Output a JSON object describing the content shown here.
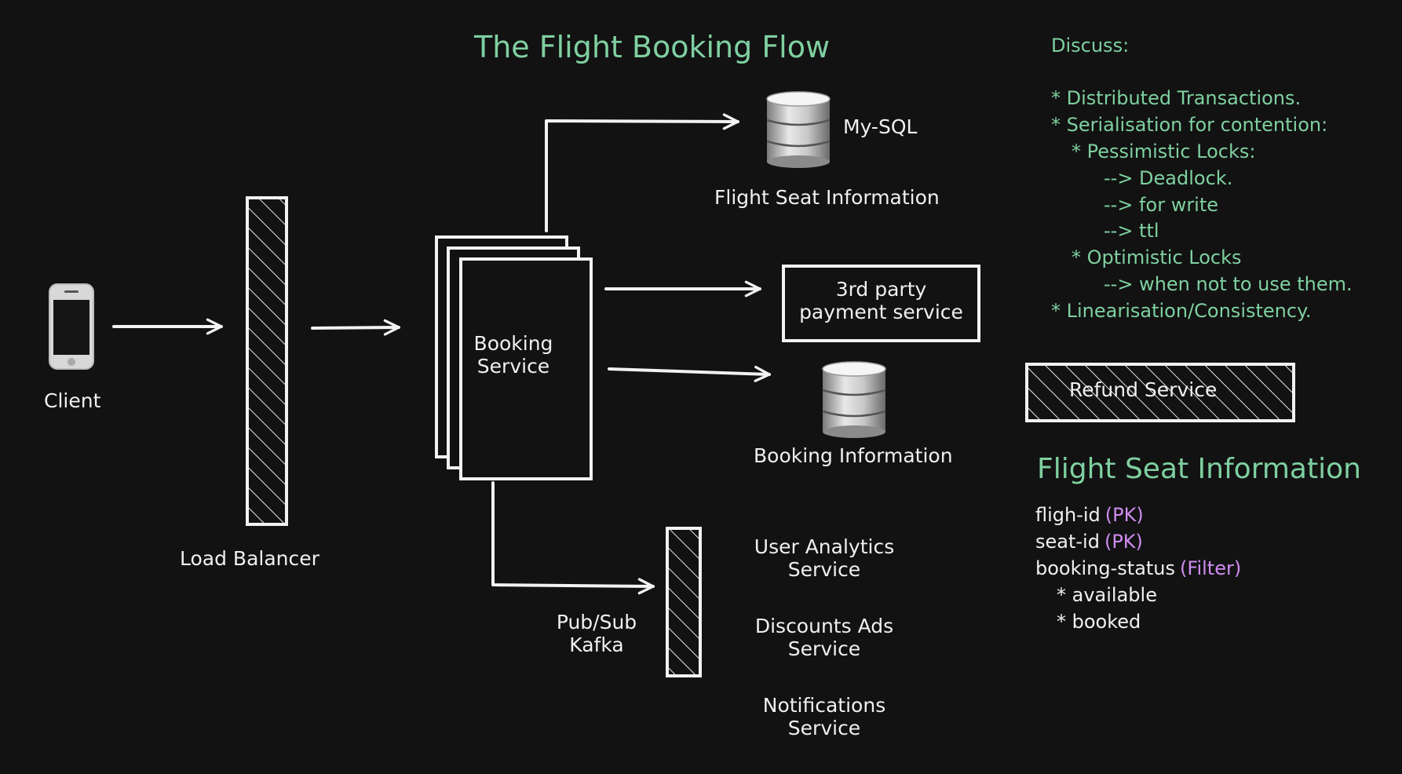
{
  "diagram": {
    "title": "The Flight Booking Flow",
    "client_label": "Client",
    "load_balancer_label": "Load Balancer",
    "booking_service_label_line1": "Booking",
    "booking_service_label_line2": "Service",
    "mysql_label": "My-SQL",
    "flight_seat_db_label": "Flight Seat Information",
    "payment_line1": "3rd party",
    "payment_line2": "payment service",
    "booking_db_label": "Booking Information",
    "kafka_line1": "Pub/Sub",
    "kafka_line2": "Kafka",
    "subscribers": [
      {
        "line1": "User Analytics",
        "line2": "Service"
      },
      {
        "line1": "Discounts Ads",
        "line2": "Service"
      },
      {
        "line1": "Notifications",
        "line2": "Service"
      }
    ],
    "refund_service_label": "Refund Service"
  },
  "notes": {
    "heading": "Discuss:",
    "lines": [
      "* Distributed Transactions.",
      "* Serialisation for contention:",
      "* Pessimistic Locks:",
      "--> Deadlock.",
      "--> for write",
      "--> ttl",
      "* Optimistic Locks",
      "--> when not to use them.",
      "* Linearisation/Consistency."
    ]
  },
  "schema": {
    "title": "Flight Seat Information",
    "fields": [
      {
        "name": "fligh-id",
        "tag": "(PK)"
      },
      {
        "name": "seat-id",
        "tag": "(PK)"
      },
      {
        "name": "booking-status",
        "tag": "(Filter)"
      }
    ],
    "status_values": [
      "* available",
      "* booked"
    ]
  },
  "colors": {
    "background": "#121212",
    "stroke": "#f2f2f2",
    "accent_green": "#7fd0a0",
    "accent_purple": "#d08cf0"
  },
  "icons": {
    "client": "phone-icon",
    "databases": "database-icon"
  }
}
